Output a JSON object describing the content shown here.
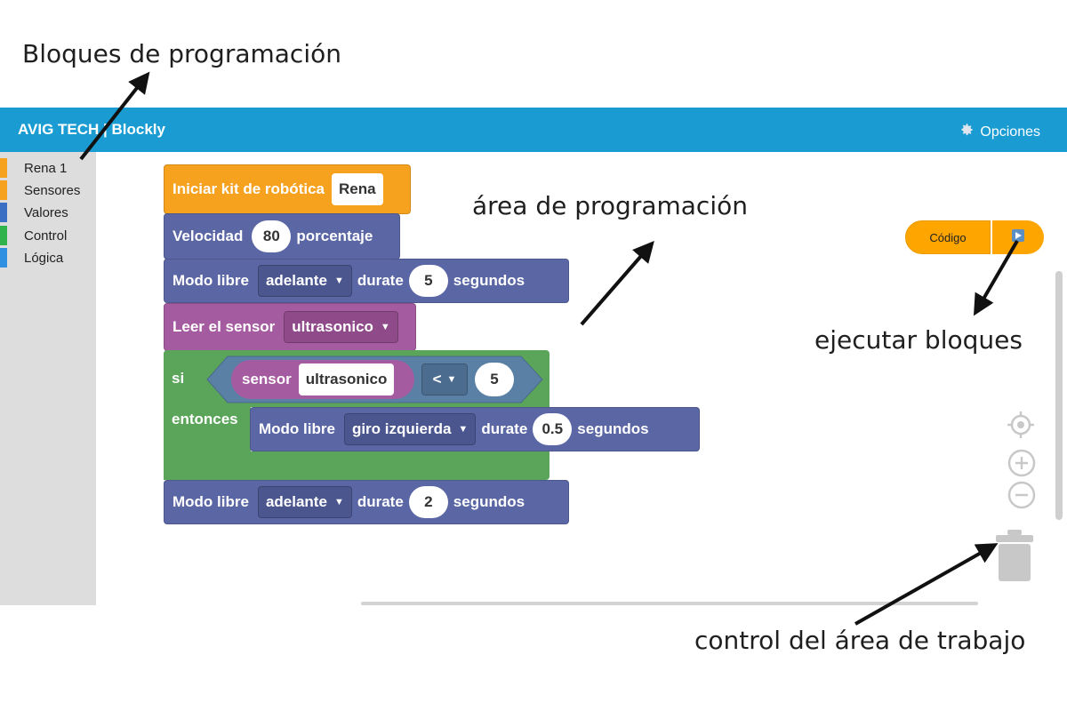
{
  "annotations": {
    "bloques": "Bloques de programación",
    "area": "área de programación",
    "ejecutar": "ejecutar bloques",
    "control": "control del área de trabajo"
  },
  "header": {
    "title": "AVIG TECH | Blockly",
    "options_label": "Opciones"
  },
  "toolbox": {
    "categories": [
      {
        "label": "Rena 1",
        "color": "#f7a21e"
      },
      {
        "label": "Sensores",
        "color": "#f7a21e"
      },
      {
        "label": "Valores",
        "color": "#3a6fc4"
      },
      {
        "label": "Control",
        "color": "#2fb34a"
      },
      {
        "label": "Lógica",
        "color": "#2f8fe0"
      }
    ]
  },
  "blocks": {
    "init": {
      "label": "Iniciar kit de robótica",
      "value": "Rena"
    },
    "speed": {
      "label": "Velocidad",
      "value": "80",
      "suffix": "porcentaje"
    },
    "move1": {
      "label": "Modo libre",
      "direction": "adelante",
      "durate": "durate",
      "value": "5",
      "unit": "segundos"
    },
    "sensor_read": {
      "label": "Leer el sensor",
      "sensor": "ultrasonico"
    },
    "if_block": {
      "si": "si",
      "entonces": "entonces",
      "cond_label": "sensor",
      "cond_sensor": "ultrasonico",
      "operator": "<",
      "cond_value": "5"
    },
    "move_inner": {
      "label": "Modo libre",
      "direction": "giro izquierda",
      "durate": "durate",
      "value": "0.5",
      "unit": "segundos"
    },
    "move2": {
      "label": "Modo libre",
      "direction": "adelante",
      "durate": "durate",
      "value": "2",
      "unit": "segundos"
    }
  },
  "run_controls": {
    "code_label": "Código"
  }
}
